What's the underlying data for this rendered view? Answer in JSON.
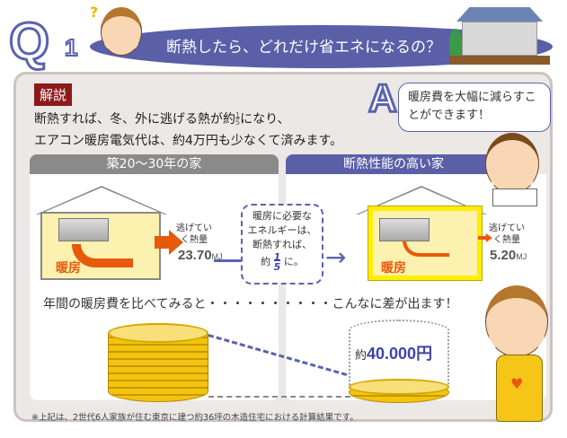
{
  "header": {
    "q_label": "Q",
    "q_number": "1",
    "title": "断熱したら、どれだけ省エネになるの？",
    "question_mark": "?"
  },
  "explanation": {
    "badge": "解説",
    "line1_pre": "断熱すれば、冬、外に逃げる熱が約",
    "fraction_num": "1",
    "fraction_den": "5",
    "line1_post": "になり、",
    "line2": "エアコン暖房電気代は、約4万円も少なくて済みます。"
  },
  "answer": {
    "a_label": "A",
    "text": "暖房費を大幅に減らすことができます！"
  },
  "old_house": {
    "header": "築20～30年の家",
    "room_label": "暖房",
    "escape_label": "逃げていく熱量",
    "value": "23.70",
    "unit": "MJ"
  },
  "new_house": {
    "header": "断熱性能の高い家",
    "room_label": "暖房",
    "escape_label": "逃げていく熱量",
    "value": "5.20",
    "unit": "MJ"
  },
  "middle_note": {
    "line1": "暖房に必要な",
    "line2": "エネルギーは、",
    "line3": "断熱すれば、",
    "pre": "約",
    "num": "1",
    "den": "5",
    "post": "に。"
  },
  "comparison": {
    "text": "年間の暖房費を比べてみると・・・・・・・・・・こんなに差が出ます！",
    "amount_pre": "約",
    "amount": "40.000円"
  },
  "footnote": "※上記は、2世代6人家族が住む東京に建つ約36坪の木造住宅における計算結果です。",
  "colors": {
    "accent": "#5a5fa8",
    "badge": "#8b1a1a",
    "heat": "#e8590c",
    "insulation": "#ffee00",
    "coin": "#f1c40f"
  }
}
